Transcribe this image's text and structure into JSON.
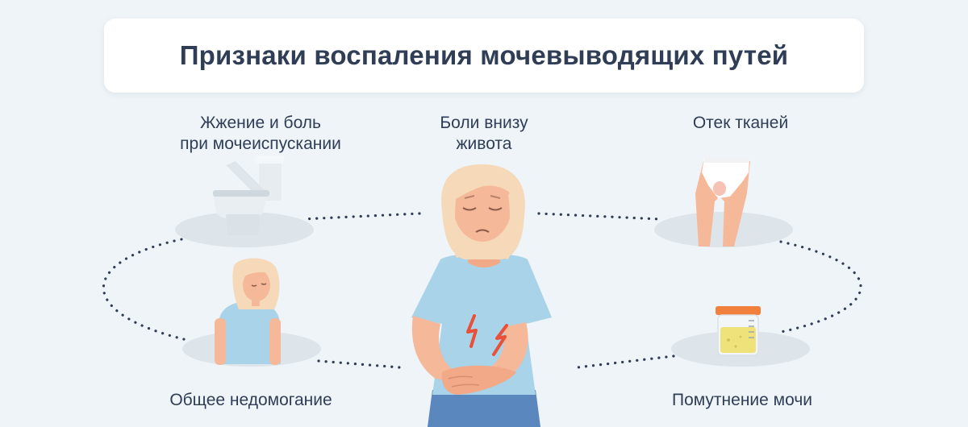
{
  "title": "Признаки воспаления мочевыводящих путей",
  "symptoms": {
    "burning": {
      "line1": "Жжение и боль",
      "line2": "при мочеиспускании"
    },
    "abdomen": {
      "line1": "Боли внизу",
      "line2": "живота"
    },
    "swelling": {
      "line1": "Отек тканей"
    },
    "malaise": {
      "line1": "Общее недомогание"
    },
    "urine": {
      "line1": "Помутнение мочи"
    }
  },
  "colors": {
    "background": "#eef4f8",
    "text": "#2f3e56",
    "dots": "#2f3e56",
    "shirt": "#a9d3e8",
    "skin": "#f5b898",
    "hair": "#f6d9b9",
    "pain": "#e8503a",
    "jeans": "#5b87bf",
    "urine": "#efe27a",
    "cap": "#f0803c"
  },
  "icons": [
    "toilet-icon",
    "pain-woman-illustration",
    "underwear-icon",
    "tired-woman-illustration",
    "urine-sample-icon"
  ]
}
